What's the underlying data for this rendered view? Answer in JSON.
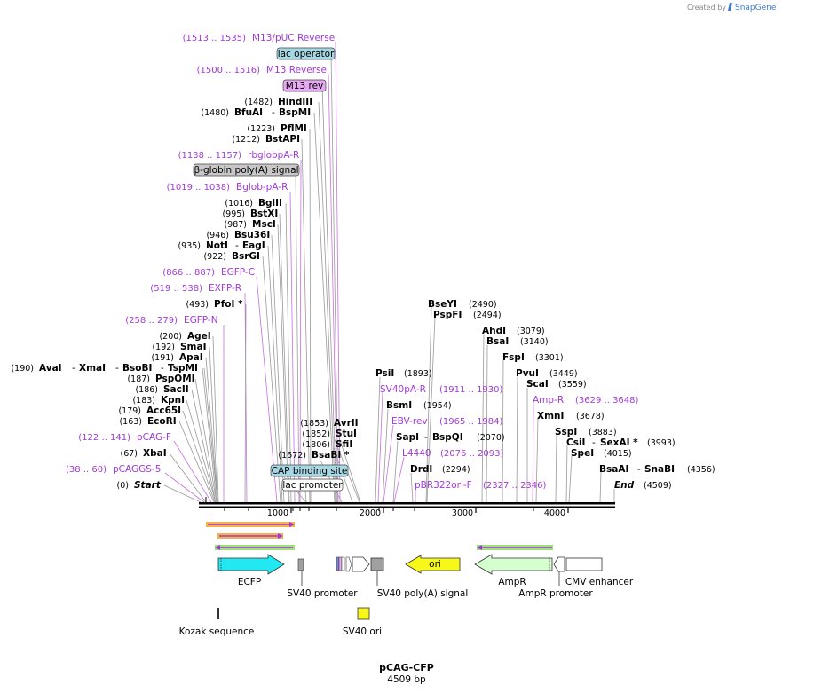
{
  "watermark": {
    "created_by": "Created by",
    "brand": "SnapGene"
  },
  "map": {
    "name": "pCAG-CFP",
    "length": "4509 bp"
  },
  "ruler_ticks": [
    "1000",
    "2000",
    "3000",
    "4000"
  ],
  "left_sites": [
    {
      "pos": "(1513 .. 1535)",
      "name": "M13/pUC Reverse",
      "kind": "primer"
    },
    {
      "pos": "",
      "name": "lac operator",
      "kind": "box-blue"
    },
    {
      "pos": "(1500 .. 1516)",
      "name": "M13 Reverse",
      "kind": "primer"
    },
    {
      "pos": "",
      "name": "M13 rev",
      "kind": "box-purple"
    },
    {
      "pos": "(1482)",
      "name": "HindIII",
      "kind": "enzyme"
    },
    {
      "pos": "(1480)",
      "name": "BfuAI",
      "name2": "BspMI",
      "kind": "enzyme2"
    },
    {
      "pos": "(1223)",
      "name": "PflMI",
      "kind": "enzyme"
    },
    {
      "pos": "(1212)",
      "name": "BstAPI",
      "kind": "enzyme"
    },
    {
      "pos": "(1138 .. 1157)",
      "name": "rbglobpA-R",
      "kind": "primer"
    },
    {
      "pos": "",
      "name": "β-globin poly(A) signal",
      "kind": "box-gray"
    },
    {
      "pos": "(1019 .. 1038)",
      "name": "Bglob-pA-R",
      "kind": "primer"
    },
    {
      "pos": "(1016)",
      "name": "BglII",
      "kind": "enzyme"
    },
    {
      "pos": "(995)",
      "name": "BstXI",
      "kind": "enzyme"
    },
    {
      "pos": "(987)",
      "name": "MscI",
      "kind": "enzyme"
    },
    {
      "pos": "(946)",
      "name": "Bsu36I",
      "kind": "enzyme"
    },
    {
      "pos": "(935)",
      "name": "NotI",
      "name2": "EagI",
      "kind": "enzyme2"
    },
    {
      "pos": "(922)",
      "name": "BsrGI",
      "kind": "enzyme"
    },
    {
      "pos": "(866 .. 887)",
      "name": "EGFP-C",
      "kind": "primer"
    },
    {
      "pos": "(519 .. 538)",
      "name": "EXFP-R",
      "kind": "primer"
    },
    {
      "pos": "(493)",
      "name": "PfoI *",
      "kind": "enzyme"
    },
    {
      "pos": "(258 .. 279)",
      "name": "EGFP-N",
      "kind": "primer"
    },
    {
      "pos": "(200)",
      "name": "AgeI",
      "kind": "enzyme"
    },
    {
      "pos": "(192)",
      "name": "SmaI",
      "kind": "enzyme"
    },
    {
      "pos": "(191)",
      "name": "ApaI",
      "kind": "enzyme"
    },
    {
      "pos": "(187)",
      "name": "PspOMI",
      "kind": "enzyme"
    },
    {
      "pos": "(186)",
      "name": "SacII",
      "kind": "enzyme"
    },
    {
      "pos": "(183)",
      "name": "KpnI",
      "kind": "enzyme"
    },
    {
      "pos": "(179)",
      "name": "Acc65I",
      "kind": "enzyme"
    },
    {
      "pos": "(163)",
      "name": "EcoRI",
      "kind": "enzyme"
    },
    {
      "pos": "(122 .. 141)",
      "name": "pCAG-F",
      "kind": "primer"
    },
    {
      "pos": "(67)",
      "name": "XbaI",
      "kind": "enzyme"
    },
    {
      "pos": "(38 .. 60)",
      "name": "pCAGGS-5",
      "kind": "primer"
    },
    {
      "pos": "(0)",
      "name": "Start",
      "kind": "italic"
    }
  ],
  "avai_row": {
    "pos": "(190)",
    "names": [
      "AvaI",
      "XmaI",
      "BsoBI",
      "TspMI"
    ]
  },
  "mid_sites": [
    {
      "pos": "(1853)",
      "name": "AvrII",
      "kind": "enzyme"
    },
    {
      "pos": "(1852)",
      "name": "StuI",
      "kind": "enzyme"
    },
    {
      "pos": "(1806)",
      "name": "SfiI",
      "kind": "enzyme"
    },
    {
      "pos": "(1672)",
      "name": "BsaBI *",
      "kind": "enzyme"
    },
    {
      "pos": "",
      "name": "CAP binding site",
      "kind": "box-blue"
    },
    {
      "pos": "",
      "name": "lac promoter",
      "kind": "box-white"
    }
  ],
  "right_sites": [
    {
      "name": "BseYI",
      "pos": "(2490)",
      "kind": "enzyme"
    },
    {
      "name": "PspFI",
      "pos": "(2494)",
      "kind": "enzyme"
    },
    {
      "name": "AhdI",
      "pos": "(3079)",
      "kind": "enzyme"
    },
    {
      "name": "BsaI",
      "pos": "(3140)",
      "kind": "enzyme"
    },
    {
      "name": "FspI",
      "pos": "(3301)",
      "kind": "enzyme"
    },
    {
      "name": "PsiI",
      "pos": "(1893)",
      "kind": "enzyme"
    },
    {
      "name": "PvuI",
      "pos": "(3449)",
      "kind": "enzyme"
    },
    {
      "name": "SV40pA-R",
      "pos": "(1911 .. 1930)",
      "kind": "primer"
    },
    {
      "name": "ScaI",
      "pos": "(3559)",
      "kind": "enzyme"
    },
    {
      "name": "Amp-R",
      "pos": "(3629 .. 3648)",
      "kind": "primer"
    },
    {
      "name": "BsmI",
      "pos": "(1954)",
      "kind": "enzyme"
    },
    {
      "name": "XmnI",
      "pos": "(3678)",
      "kind": "enzyme"
    },
    {
      "name": "EBV-rev",
      "pos": "(1965 .. 1984)",
      "kind": "primer"
    },
    {
      "name": "SspI",
      "pos": "(3883)",
      "kind": "enzyme"
    },
    {
      "name": "SapI",
      "name2": "BspQI",
      "pos": "(2070)",
      "kind": "enzyme2"
    },
    {
      "name": "CsiI",
      "name2": "SexAI *",
      "pos": "(3993)",
      "kind": "enzyme2"
    },
    {
      "name": "L4440",
      "pos": "(2076 .. 2093)",
      "kind": "primer"
    },
    {
      "name": "SpeI",
      "pos": "(4015)",
      "kind": "enzyme"
    },
    {
      "name": "DrdI",
      "pos": "(2294)",
      "kind": "enzyme"
    },
    {
      "name": "BsaAI",
      "name2": "SnaBI",
      "pos": "(4356)",
      "kind": "enzyme2"
    },
    {
      "name": "pBR322ori-F",
      "pos": "(2327 .. 2346)",
      "kind": "primer"
    },
    {
      "name": "End",
      "pos": "(4509)",
      "kind": "italic"
    }
  ],
  "features": {
    "ecfp": "ECFP",
    "ori": "ori",
    "sv40_promoter": "SV40 promoter",
    "sv40_polya": "SV40 poly(A) signal",
    "ampr": "AmpR",
    "ampr_promoter": "AmpR promoter",
    "cmv_enhancer": "CMV enhancer",
    "kozak": "Kozak sequence",
    "sv40_ori": "SV40 ori"
  },
  "colors": {
    "primer": "#a03ad4",
    "ecfp": "#22e8f2",
    "ori": "#f7f71a",
    "ampr": "#d6ffd0",
    "lac_box": "#a6d8e4",
    "m13_box": "#e6a8f0",
    "gray_box": "#c8c8c8"
  }
}
